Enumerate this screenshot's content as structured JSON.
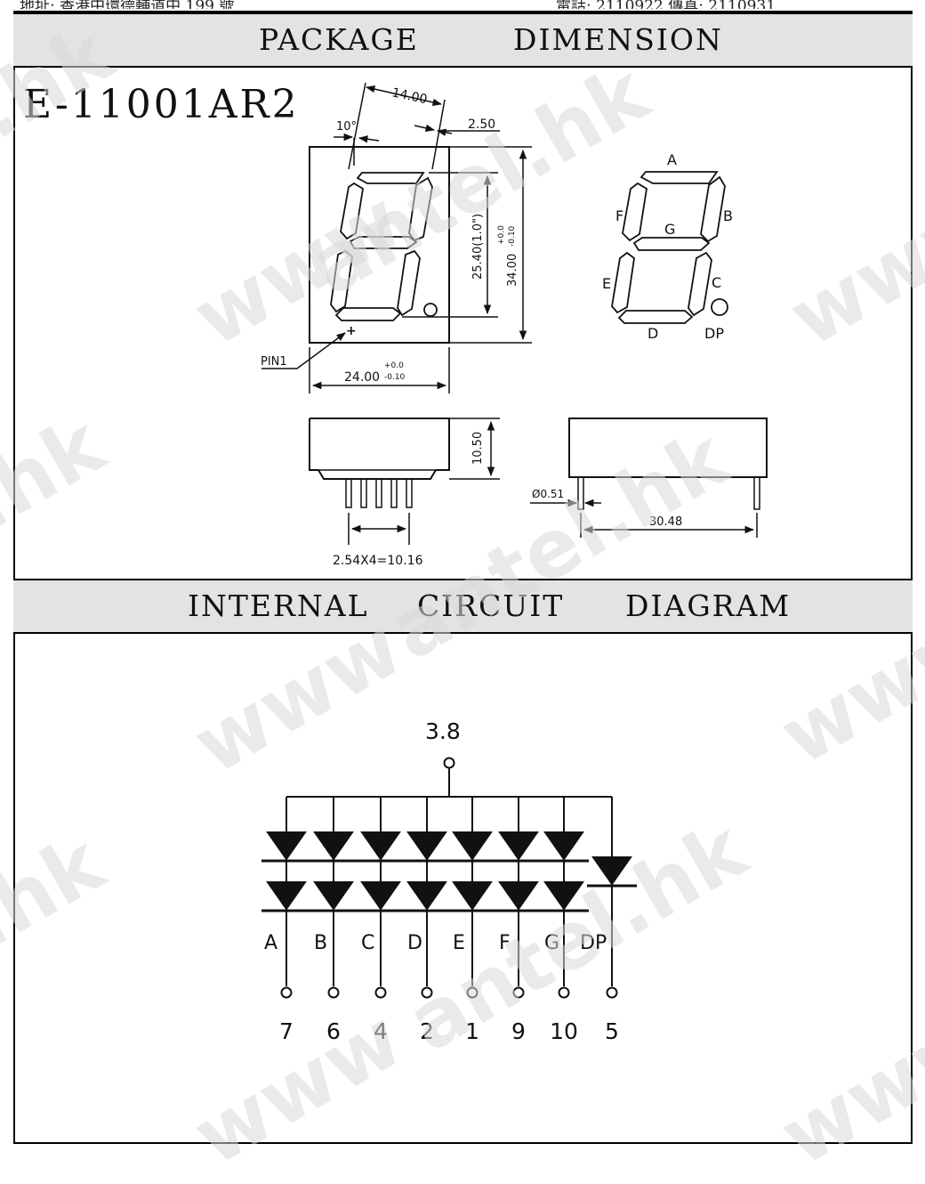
{
  "top_text": {
    "left": "地址: 香港中環德輔道中 199 號",
    "right": "電話: 2110922 傳真: 2110931"
  },
  "watermark": {
    "www": "www",
    "antel": "antel.hk",
    "hk": ".hk"
  },
  "package_section": {
    "title_word1": "PACKAGE",
    "title_word2": "DIMENSION",
    "part_number": "E-11001AR2",
    "front_view": {
      "dim_top": "14.00",
      "slant": "10°",
      "offset": "2.50",
      "digit_height": "25.40(1.0\")",
      "body_height": "34.00",
      "body_height_tol_plus": "+0.0",
      "body_height_tol_minus": "-0.10",
      "pin1_label": "PIN1",
      "pin1_mark": "+",
      "body_width": "24.00",
      "body_width_tol_plus": "+0.0",
      "body_width_tol_minus": "-0.10"
    },
    "segment_labels": {
      "a": "A",
      "b": "B",
      "c": "C",
      "d": "D",
      "e": "E",
      "f": "F",
      "g": "G",
      "dp": "DP"
    },
    "side_view": {
      "depth": "10.50",
      "pin_pitch": "2.54X4=10.16"
    },
    "end_view": {
      "pin_diameter": "Ø0.51",
      "row_spacing": "30.48"
    }
  },
  "circuit_section": {
    "title_word1": "INTERNAL",
    "title_word2": "CIRCUIT",
    "title_word3": "DIAGRAM",
    "common_pin": "3.8",
    "channels": [
      {
        "segment": "A",
        "pin": "7"
      },
      {
        "segment": "B",
        "pin": "6"
      },
      {
        "segment": "C",
        "pin": "4"
      },
      {
        "segment": "D",
        "pin": "2"
      },
      {
        "segment": "E",
        "pin": "1"
      },
      {
        "segment": "F",
        "pin": "9"
      },
      {
        "segment": "G",
        "pin": "10"
      },
      {
        "segment": "DP",
        "pin": "5"
      }
    ]
  }
}
